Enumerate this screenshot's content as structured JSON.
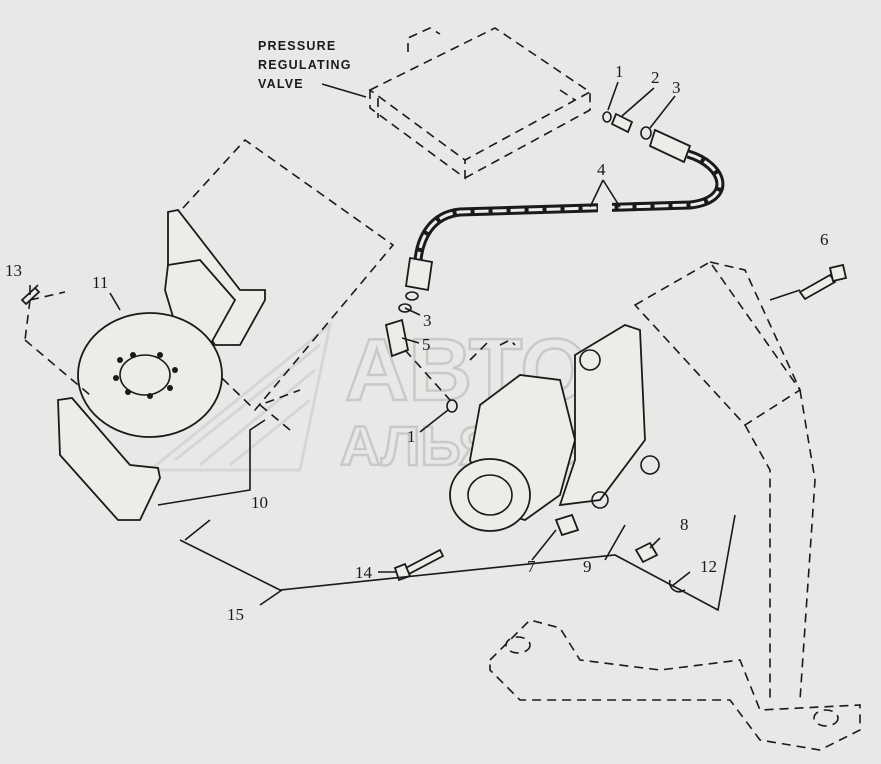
{
  "labels": {
    "valve_line1": "PRESSURE",
    "valve_line2": "REGULATING",
    "valve_line3": "VALVE"
  },
  "callouts": {
    "c1_top": "1",
    "c2": "2",
    "c3_top": "3",
    "c4": "4",
    "c3_mid": "3",
    "c5": "5",
    "c1_mid": "1",
    "c6": "6",
    "c7": "7",
    "c8": "8",
    "c9": "9",
    "c10": "10",
    "c11": "11",
    "c12": "12",
    "c13": "13",
    "c14": "14",
    "c15": "15"
  },
  "watermark": {
    "line1": "АВТО",
    "line2": "АЛЬЯНС"
  }
}
